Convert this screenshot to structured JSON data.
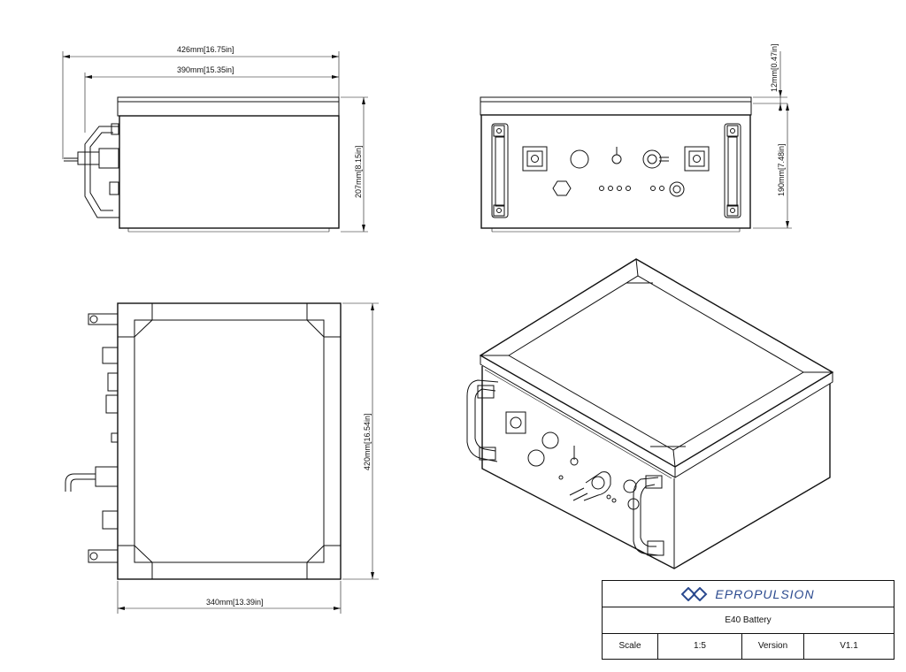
{
  "dimensions": {
    "overall_length": "426mm[16.75in]",
    "body_length": "390mm[15.35in]",
    "height_side": "207mm[8.15in]",
    "lid_thickness": "12mm[0.47in]",
    "front_height": "190mm[7.48in]",
    "depth": "420mm[16.54in]",
    "width": "340mm[13.39in]"
  },
  "title_block": {
    "brand": "EPROPULSION",
    "product": "E40 Battery",
    "scale_label": "Scale",
    "scale_value": "1:5",
    "version_label": "Version",
    "version_value": "V1.1"
  },
  "colors": {
    "line": "#111111",
    "brand": "#2b4a8f"
  }
}
